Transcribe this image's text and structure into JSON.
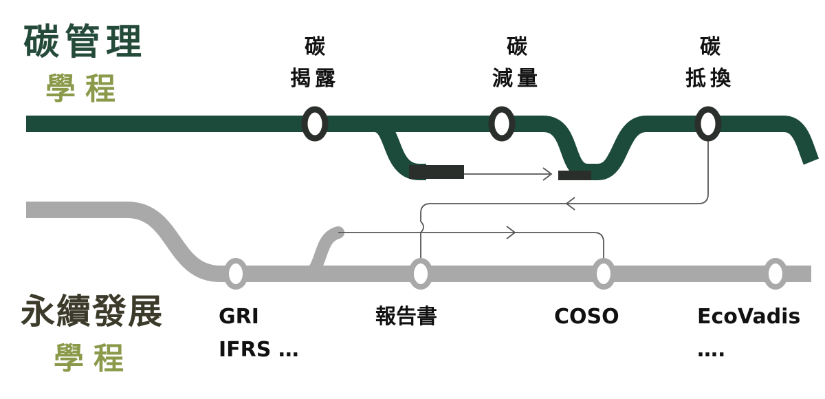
{
  "colors": {
    "carbon_line": "#1c4a3b",
    "carbon_line_dark": "#2a2f2c",
    "sustain_line": "#a9a9a9",
    "connector": "#555555",
    "title_dark": "#244a3a",
    "title_olive": "#8a9a4a",
    "title_dark_lower": "#3c3a2a"
  },
  "carbon_track": {
    "title": "碳管理",
    "subtitle": "學程",
    "stations": [
      {
        "line1": "碳",
        "line2": "揭露"
      },
      {
        "line1": "碳",
        "line2": "減量"
      },
      {
        "line1": "碳",
        "line2": "抵換"
      }
    ]
  },
  "sustain_track": {
    "title": "永續發展",
    "subtitle": "學程",
    "stations": [
      {
        "line1": "GRI",
        "line2": "IFRS …"
      },
      {
        "line1": "報告書",
        "line2": ""
      },
      {
        "line1": "COSO",
        "line2": ""
      },
      {
        "line1": "EcoVadis",
        "line2": "…."
      }
    ]
  }
}
